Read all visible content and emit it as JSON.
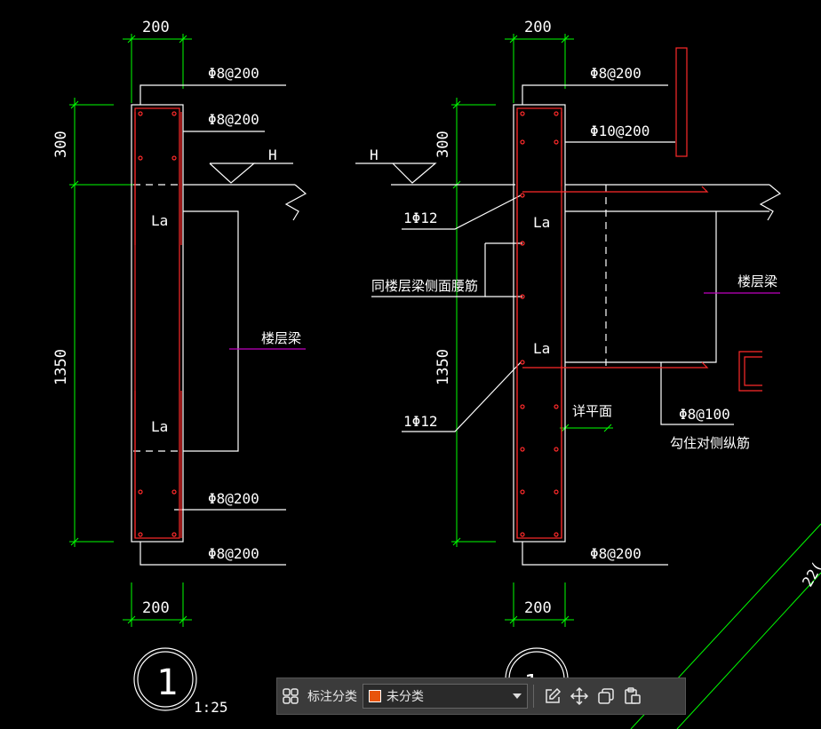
{
  "drawing": {
    "left_detail": {
      "dim_top": "200",
      "dim_bottom": "200",
      "dim_v_top": "300",
      "dim_v_main": "1350",
      "rebar_1": "Φ8@200",
      "rebar_2": "Φ8@200",
      "rebar_3": "Φ8@200",
      "rebar_4": "Φ8@200",
      "elev_mark": "H",
      "la_top": "La",
      "la_bottom": "La",
      "beam_label": "楼层梁",
      "detail_number": "1",
      "scale": "1:25"
    },
    "right_detail": {
      "dim_top": "200",
      "dim_bottom": "200",
      "dim_v_top": "300",
      "dim_v_main": "1350",
      "rebar_1": "Φ8@200",
      "rebar_2": "Φ10@200",
      "rebar_3": "Φ8@200",
      "rebar_4": "Φ8@100",
      "rebar_4_note": "勾住对侧纵筋",
      "bar_1": "1Φ12",
      "bar_2": "1Φ12",
      "waist_bar_note": "同楼层梁侧面腰筋",
      "elev_mark": "H",
      "la_top": "La",
      "la_bottom": "La",
      "beam_label": "楼层梁",
      "plan_note": "详平面",
      "detail_number": "1a"
    },
    "edge_dim": "22(",
    "colors": {
      "background": "#000000",
      "dimension": "#00ff00",
      "rebar": "#ff2a2a",
      "outline": "#ffffff",
      "beam_leader": "#c000c0"
    }
  },
  "toolbar": {
    "label": "标注分类",
    "select_value": "未分类",
    "swatch_color": "#e8540c",
    "icons": [
      "select-all-icon",
      "edit-icon",
      "move-icon",
      "copy-icon",
      "paste-icon"
    ]
  }
}
